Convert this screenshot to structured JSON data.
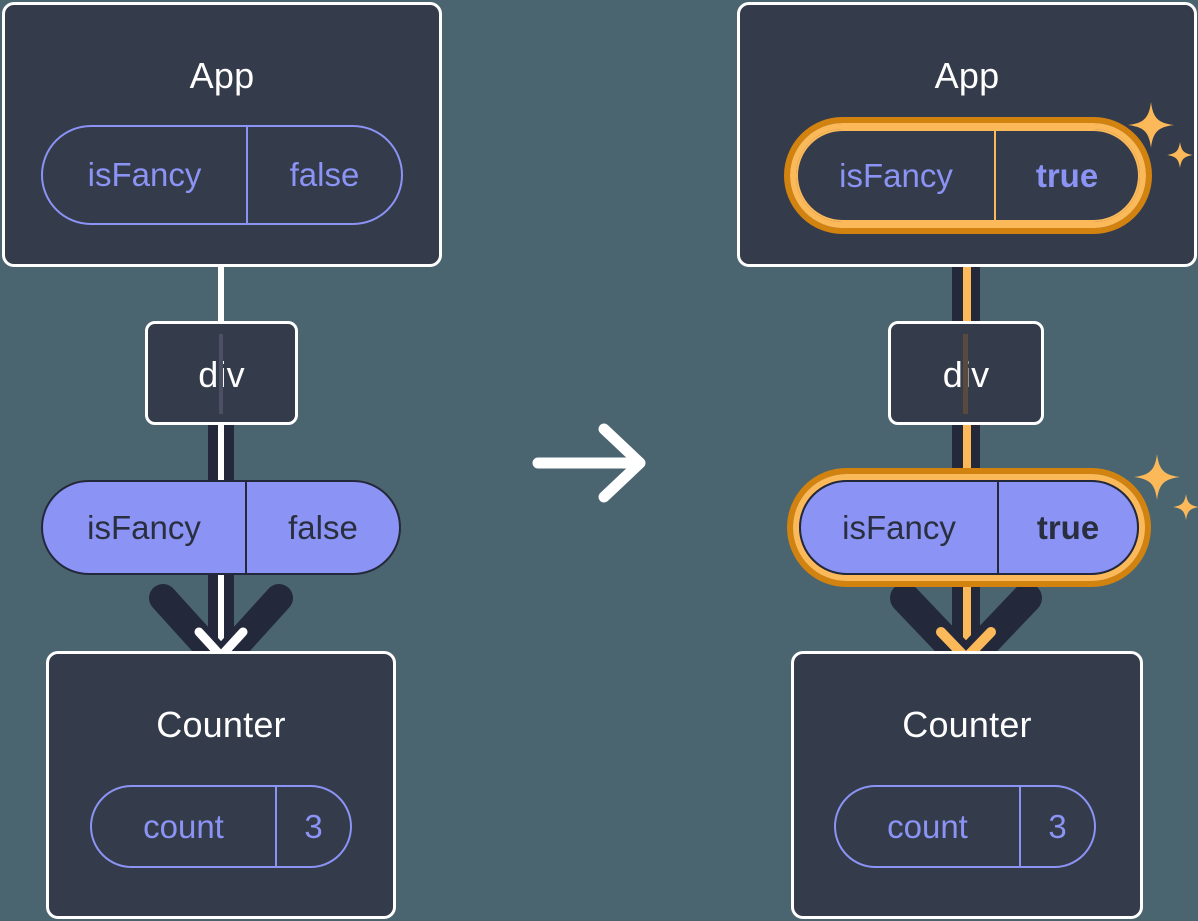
{
  "diagram": {
    "title_hidden": "React state update propagation — isFancy false to true",
    "transition_icon": "right-arrow-icon",
    "sparkle_icon": "sparkle-icon",
    "colors": {
      "canvas": "#4a6570",
      "box_fill": "#343b4a",
      "box_border": "#ffffff",
      "pill_purple": "#8b93f5",
      "pill_outline": "#8b93f5",
      "text_light": "#ffffff",
      "text_dark": "#2a2f3f",
      "wire_dark": "#23283a",
      "wire_light": "#ffffff",
      "highlight_outer": "#d2820f",
      "highlight_inner": "#fcb959",
      "highlight_wire": "#fcb959"
    }
  },
  "panels": [
    {
      "id": "before",
      "app": {
        "title": "App",
        "state_pill": {
          "key": "isFancy",
          "value": "false",
          "highlighted": false,
          "bold_value": false
        }
      },
      "div": {
        "label": "div"
      },
      "prop_pill": {
        "key": "isFancy",
        "value": "false",
        "highlighted": false,
        "bold_value": false
      },
      "counter": {
        "title": "Counter",
        "state_pill": {
          "key": "count",
          "value": "3",
          "highlighted": false,
          "bold_value": false
        }
      }
    },
    {
      "id": "after",
      "app": {
        "title": "App",
        "state_pill": {
          "key": "isFancy",
          "value": "true",
          "highlighted": true,
          "bold_value": true
        }
      },
      "div": {
        "label": "div"
      },
      "prop_pill": {
        "key": "isFancy",
        "value": "true",
        "highlighted": true,
        "bold_value": true
      },
      "counter": {
        "title": "Counter",
        "state_pill": {
          "key": "count",
          "value": "3",
          "highlighted": false,
          "bold_value": false
        }
      }
    }
  ]
}
